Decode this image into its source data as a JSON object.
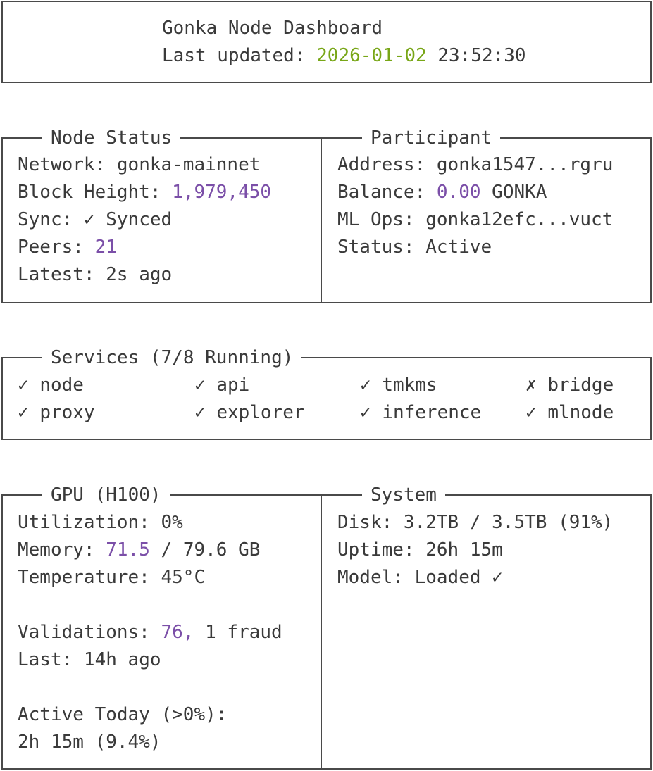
{
  "header": {
    "title": "Gonka Node Dashboard",
    "last_updated_label": "Last updated: ",
    "last_updated_date": "2026-01-02",
    "last_updated_time": " 23:52:30"
  },
  "node_status": {
    "title": "Node Status",
    "network_label": "Network: ",
    "network_value": "gonka-mainnet",
    "block_height_label": "Block Height: ",
    "block_height_value": "1,979,450",
    "sync_label": "Sync: ",
    "sync_icon": "✓",
    "sync_value": " Synced",
    "peers_label": "Peers: ",
    "peers_value": "21",
    "latest_label": "Latest: ",
    "latest_value": "2s ago"
  },
  "participant": {
    "title": "Participant",
    "address_label": "Address: ",
    "address_value": "gonka1547...rgru",
    "balance_label": "Balance: ",
    "balance_value": "0.00",
    "balance_unit": " GONKA",
    "ml_ops_label": "ML Ops: ",
    "ml_ops_value": "gonka12efc...vuct",
    "status_label": "Status: ",
    "status_value": "Active"
  },
  "services": {
    "title": "Services (7/8 Running)",
    "items": [
      {
        "icon": "✓",
        "name": "node",
        "status": "running"
      },
      {
        "icon": "✓",
        "name": "api",
        "status": "running"
      },
      {
        "icon": "✓",
        "name": "tmkms",
        "status": "running"
      },
      {
        "icon": "✗",
        "name": "bridge",
        "status": "stopped"
      },
      {
        "icon": "✓",
        "name": "proxy",
        "status": "running"
      },
      {
        "icon": "✓",
        "name": "explorer",
        "status": "running"
      },
      {
        "icon": "✓",
        "name": "inference",
        "status": "running"
      },
      {
        "icon": "✓",
        "name": "mlnode",
        "status": "running"
      }
    ]
  },
  "gpu": {
    "title": "GPU (H100)",
    "utilization_label": "Utilization: ",
    "utilization_value": "0%",
    "memory_label": "Memory: ",
    "memory_used": "71.5",
    "memory_total": " / 79.6 GB",
    "temperature_label": "Temperature: ",
    "temperature_value": "45°C",
    "validations_label": "Validations: ",
    "validations_value": "76,",
    "validations_fraud": " 1 fraud",
    "last_label": "Last: ",
    "last_value": "14h ago",
    "active_today_label": "Active Today (>0%):",
    "active_today_value": "2h 15m (9.4%)"
  },
  "system": {
    "title": "System",
    "disk_label": "Disk: ",
    "disk_value": "3.2TB / 3.5TB (91%)",
    "uptime_label": "Uptime: ",
    "uptime_value": "26h 15m",
    "model_label": "Model: ",
    "model_value": "Loaded",
    "model_icon": " ✓"
  },
  "colors": {
    "text": "#3a3a3a",
    "accent_number": "#7b4fa8",
    "accent_date": "#78a617",
    "border": "#4a4a4a"
  }
}
